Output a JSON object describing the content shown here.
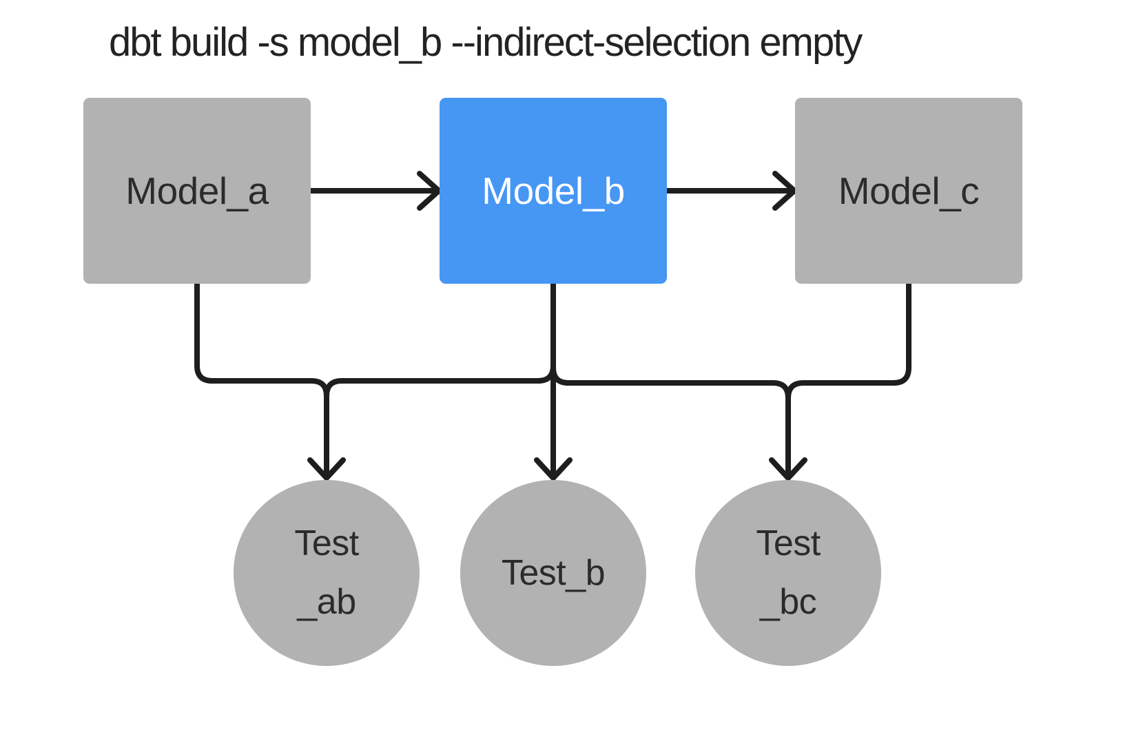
{
  "title": "dbt build -s model_b --indirect-selection empty",
  "colors": {
    "background": "#ffffff",
    "node_gray": "#b2b2b2",
    "selected_blue": "#4696f4",
    "edge_black": "#1e1e1e",
    "text_dark": "#2b2b2b",
    "text_on_blue": "#ffffff"
  },
  "nodes": {
    "models": [
      {
        "id": "model_a",
        "label": "Model_a",
        "state": "not-selected"
      },
      {
        "id": "model_b",
        "label": "Model_b",
        "state": "selected"
      },
      {
        "id": "model_c",
        "label": "Model_c",
        "state": "not-selected"
      }
    ],
    "tests": [
      {
        "id": "test_ab",
        "lines": [
          "Test",
          "_ab"
        ],
        "state": "not-selected"
      },
      {
        "id": "test_b",
        "lines": [
          "Test_b"
        ],
        "state": "not-selected"
      },
      {
        "id": "test_bc",
        "lines": [
          "Test",
          "_bc"
        ],
        "state": "not-selected"
      }
    ]
  },
  "edges": [
    {
      "from": "Model_a",
      "to": "Model_b"
    },
    {
      "from": "Model_b",
      "to": "Model_c"
    },
    {
      "from": "Model_a",
      "to": "Test_ab"
    },
    {
      "from": "Model_b",
      "to": "Test_ab"
    },
    {
      "from": "Model_b",
      "to": "Test_b"
    },
    {
      "from": "Model_b",
      "to": "Test_bc"
    },
    {
      "from": "Model_c",
      "to": "Test_bc"
    }
  ]
}
